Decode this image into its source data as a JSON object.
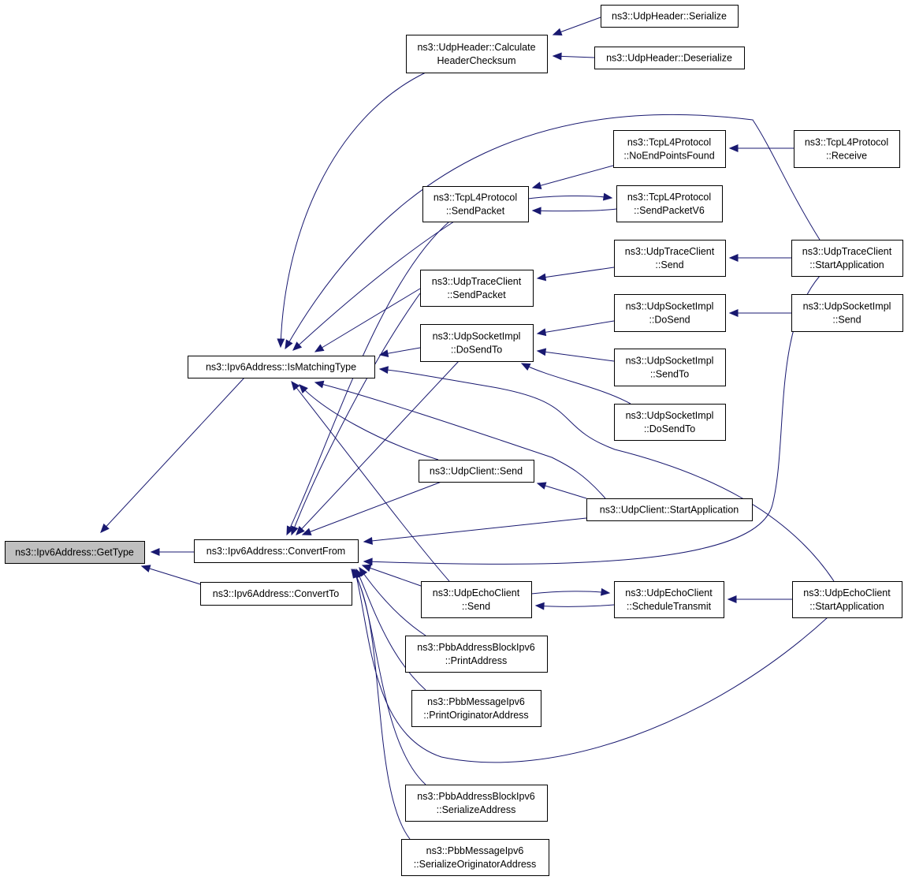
{
  "colors": {
    "edge": "#191970",
    "root_fill": "#bfbfbf",
    "node_fill": "#ffffff",
    "border": "#000000"
  },
  "nodes": [
    {
      "id": "gettype",
      "lines": [
        "ns3::Ipv6Address::GetType"
      ],
      "root": true
    },
    {
      "id": "ismatching",
      "lines": [
        "ns3::Ipv6Address::IsMatchingType"
      ]
    },
    {
      "id": "convertfrom",
      "lines": [
        "ns3::Ipv6Address::ConvertFrom"
      ]
    },
    {
      "id": "convertto",
      "lines": [
        "ns3::Ipv6Address::ConvertTo"
      ]
    },
    {
      "id": "udphdr_calc",
      "lines": [
        "ns3::UdpHeader::Calculate",
        "HeaderChecksum"
      ]
    },
    {
      "id": "udphdr_ser",
      "lines": [
        "ns3::UdpHeader::Serialize"
      ]
    },
    {
      "id": "udphdr_deser",
      "lines": [
        "ns3::UdpHeader::Deserialize"
      ]
    },
    {
      "id": "tcp_sendpacket",
      "lines": [
        "ns3::TcpL4Protocol",
        "::SendPacket"
      ]
    },
    {
      "id": "tcp_noend",
      "lines": [
        "ns3::TcpL4Protocol",
        "::NoEndPointsFound"
      ]
    },
    {
      "id": "tcp_sendpacketv6",
      "lines": [
        "ns3::TcpL4Protocol",
        "::SendPacketV6"
      ]
    },
    {
      "id": "tcp_receive",
      "lines": [
        "ns3::TcpL4Protocol",
        "::Receive"
      ]
    },
    {
      "id": "utc_sendpacket",
      "lines": [
        "ns3::UdpTraceClient",
        "::SendPacket"
      ]
    },
    {
      "id": "utc_send",
      "lines": [
        "ns3::UdpTraceClient",
        "::Send"
      ]
    },
    {
      "id": "utc_start",
      "lines": [
        "ns3::UdpTraceClient",
        "::StartApplication"
      ]
    },
    {
      "id": "usi_dosendto",
      "lines": [
        "ns3::UdpSocketImpl",
        "::DoSendTo"
      ]
    },
    {
      "id": "usi_dosend",
      "lines": [
        "ns3::UdpSocketImpl",
        "::DoSend"
      ]
    },
    {
      "id": "usi_send",
      "lines": [
        "ns3::UdpSocketImpl",
        "::Send"
      ]
    },
    {
      "id": "usi_sendto",
      "lines": [
        "ns3::UdpSocketImpl",
        "::SendTo"
      ]
    },
    {
      "id": "usi_dosendto2",
      "lines": [
        "ns3::UdpSocketImpl",
        "::DoSendTo"
      ]
    },
    {
      "id": "uc_send",
      "lines": [
        "ns3::UdpClient::Send"
      ]
    },
    {
      "id": "uc_start",
      "lines": [
        "ns3::UdpClient::StartApplication"
      ]
    },
    {
      "id": "uec_send",
      "lines": [
        "ns3::UdpEchoClient",
        "::Send"
      ]
    },
    {
      "id": "uec_sched",
      "lines": [
        "ns3::UdpEchoClient",
        "::ScheduleTransmit"
      ]
    },
    {
      "id": "uec_start",
      "lines": [
        "ns3::UdpEchoClient",
        "::StartApplication"
      ]
    },
    {
      "id": "pbb_printaddr",
      "lines": [
        "ns3::PbbAddressBlockIpv6",
        "::PrintAddress"
      ]
    },
    {
      "id": "pbb_printorig",
      "lines": [
        "ns3::PbbMessageIpv6",
        "::PrintOriginatorAddress"
      ]
    },
    {
      "id": "pbb_seraddr",
      "lines": [
        "ns3::PbbAddressBlockIpv6",
        "::SerializeAddress"
      ]
    },
    {
      "id": "pbb_serorig",
      "lines": [
        "ns3::PbbMessageIpv6",
        "::SerializeOriginatorAddress"
      ]
    }
  ],
  "edges": [
    {
      "from": "ismatching",
      "to": "gettype"
    },
    {
      "from": "convertfrom",
      "to": "gettype"
    },
    {
      "from": "convertto",
      "to": "gettype"
    },
    {
      "from": "udphdr_calc",
      "to": "ismatching"
    },
    {
      "from": "tcp_sendpacket",
      "to": "ismatching"
    },
    {
      "from": "utc_sendpacket",
      "to": "ismatching"
    },
    {
      "from": "usi_dosendto",
      "to": "ismatching"
    },
    {
      "from": "uc_send",
      "to": "ismatching"
    },
    {
      "from": "uc_start",
      "to": "ismatching"
    },
    {
      "from": "uec_send",
      "to": "ismatching"
    },
    {
      "from": "uec_start",
      "to": "ismatching"
    },
    {
      "from": "utc_start",
      "to": "ismatching"
    },
    {
      "from": "tcp_sendpacket",
      "to": "convertfrom"
    },
    {
      "from": "utc_sendpacket",
      "to": "convertfrom"
    },
    {
      "from": "usi_dosendto",
      "to": "convertfrom"
    },
    {
      "from": "uc_send",
      "to": "convertfrom"
    },
    {
      "from": "uc_start",
      "to": "convertfrom"
    },
    {
      "from": "utc_start",
      "to": "convertfrom"
    },
    {
      "from": "uec_send",
      "to": "convertfrom"
    },
    {
      "from": "pbb_printaddr",
      "to": "convertfrom"
    },
    {
      "from": "pbb_printorig",
      "to": "convertfrom"
    },
    {
      "from": "uec_start",
      "to": "convertfrom"
    },
    {
      "from": "pbb_seraddr",
      "to": "convertfrom"
    },
    {
      "from": "pbb_serorig",
      "to": "convertfrom"
    },
    {
      "from": "udphdr_ser",
      "to": "udphdr_calc"
    },
    {
      "from": "udphdr_deser",
      "to": "udphdr_calc"
    },
    {
      "from": "tcp_noend",
      "to": "tcp_sendpacket"
    },
    {
      "from": "tcp_sendpacketv6",
      "to": "tcp_sendpacket"
    },
    {
      "from": "tcp_sendpacket",
      "to": "tcp_sendpacketv6"
    },
    {
      "from": "tcp_receive",
      "to": "tcp_noend"
    },
    {
      "from": "utc_send",
      "to": "utc_sendpacket"
    },
    {
      "from": "utc_start",
      "to": "utc_send"
    },
    {
      "from": "usi_dosend",
      "to": "usi_dosendto"
    },
    {
      "from": "usi_sendto",
      "to": "usi_dosendto"
    },
    {
      "from": "usi_dosendto2",
      "to": "usi_dosendto"
    },
    {
      "from": "usi_send",
      "to": "usi_dosend"
    },
    {
      "from": "uc_start",
      "to": "uc_send"
    },
    {
      "from": "uec_sched",
      "to": "uec_send"
    },
    {
      "from": "uec_send",
      "to": "uec_sched"
    },
    {
      "from": "uec_start",
      "to": "uec_sched"
    }
  ]
}
